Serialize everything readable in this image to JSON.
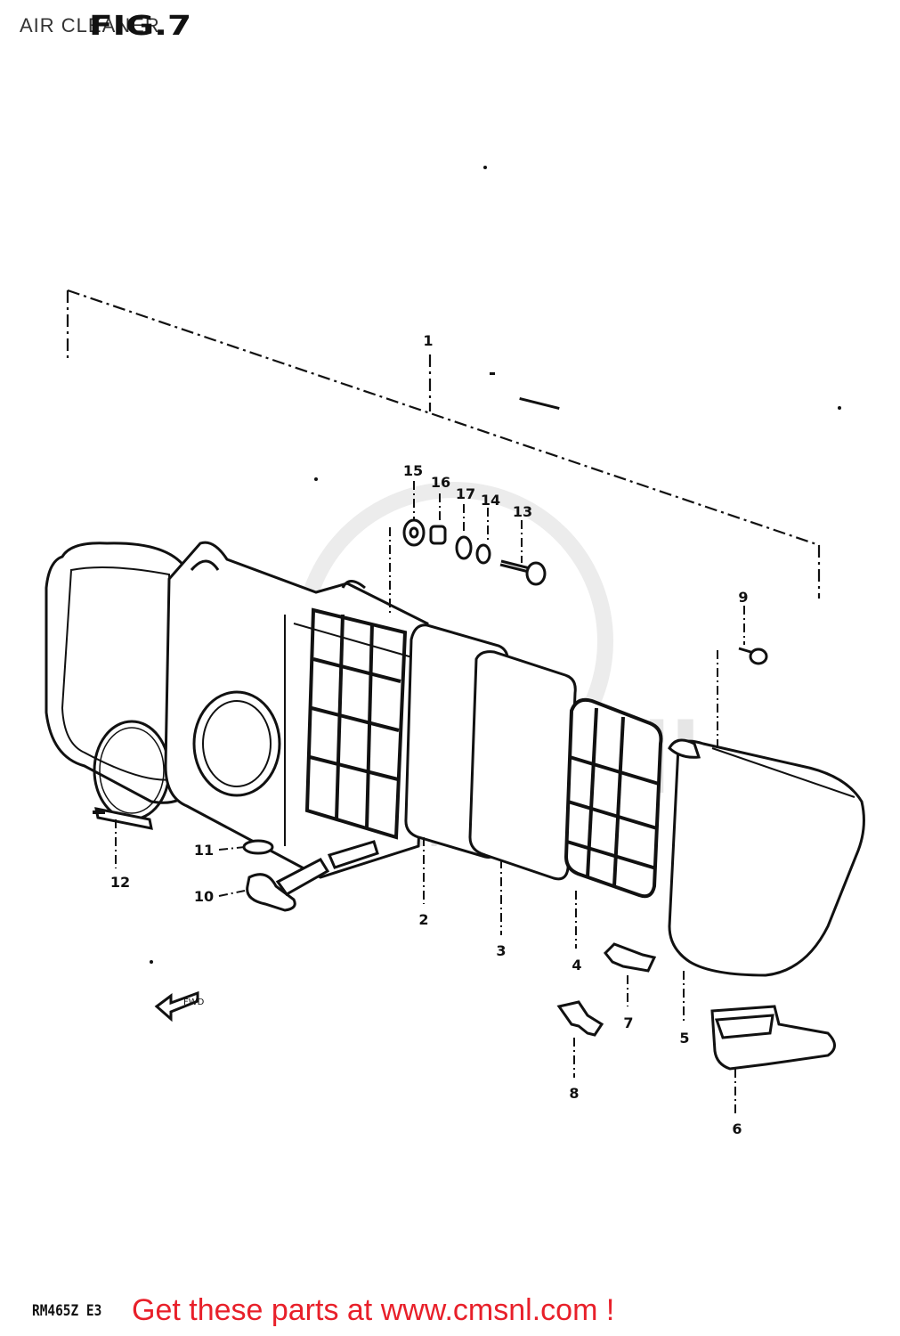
{
  "title": "AIR CLEANER",
  "figure_label": "FIG.7",
  "model_code": "RM465Z E3",
  "promo": {
    "text": "Get these parts at www.cmsnl.com !",
    "color": "#e8202a"
  },
  "watermark": {
    "logo": "CMSNL",
    "url": "www.cmsnl.com"
  },
  "callouts": {
    "c1": "1",
    "c2": "2",
    "c3": "3",
    "c4": "4",
    "c5": "5",
    "c6": "6",
    "c7": "7",
    "c8": "8",
    "c9": "9",
    "c10": "10",
    "c11": "11",
    "c12": "12",
    "c13": "13",
    "c14": "14",
    "c15": "15",
    "c16": "16",
    "c17": "17"
  },
  "direction_marker": "FWD"
}
